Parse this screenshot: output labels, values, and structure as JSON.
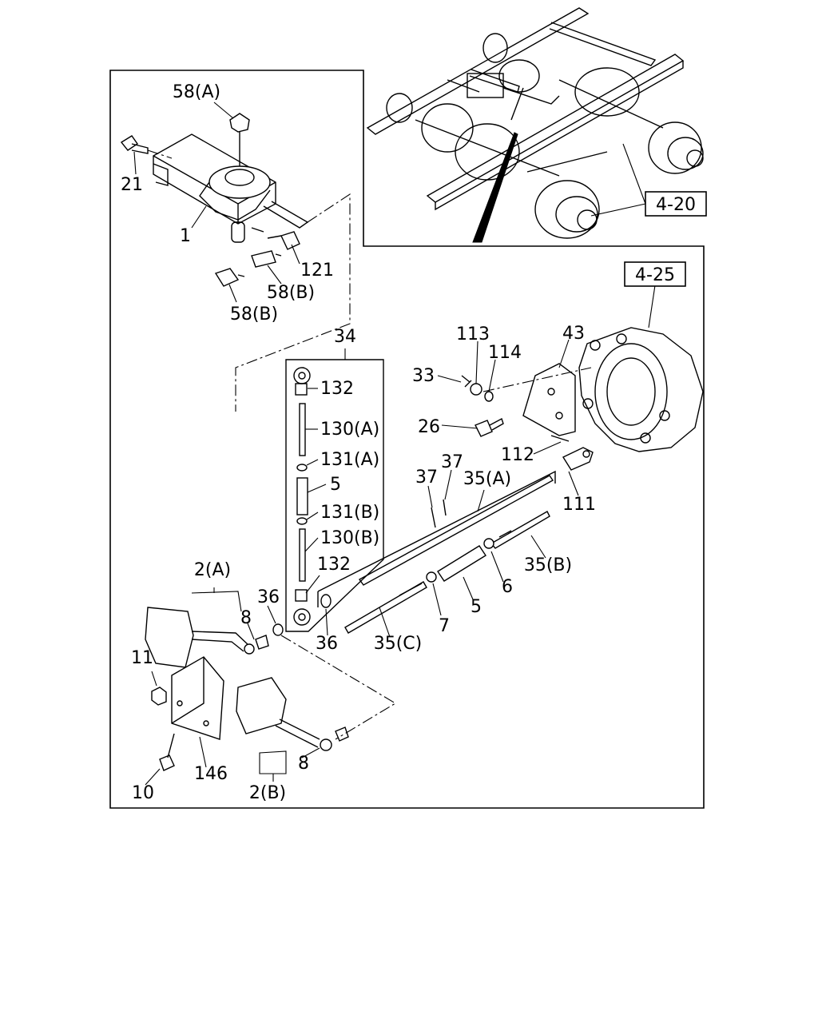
{
  "callouts": {
    "p58a": "58(A)",
    "p21": "21",
    "p1": "1",
    "p121": "121",
    "p58b_1": "58(B)",
    "p58b_2": "58(B)",
    "p34": "34",
    "p132_top": "132",
    "p130a": "130(A)",
    "p131a": "131(A)",
    "p5_vert": "5",
    "p131b": "131(B)",
    "p130b": "130(B)",
    "p132_bot": "132",
    "p113": "113",
    "p114": "114",
    "p43": "43",
    "p33": "33",
    "p26": "26",
    "p112": "112",
    "p37_a": "37",
    "p37_b": "37",
    "p35a": "35(A)",
    "p111": "111",
    "p35b": "35(B)",
    "p6": "6",
    "p5_rod": "5",
    "p7": "7",
    "p35c": "35(C)",
    "p36_left": "36",
    "p36_right": "36",
    "p2a": "2(A)",
    "p8_top": "8",
    "p11": "11",
    "p146": "146",
    "p10": "10",
    "p8_bot": "8",
    "p2b": "2(B)"
  },
  "references": {
    "ref_4_20": "4-20",
    "ref_4_25": "4-25"
  }
}
